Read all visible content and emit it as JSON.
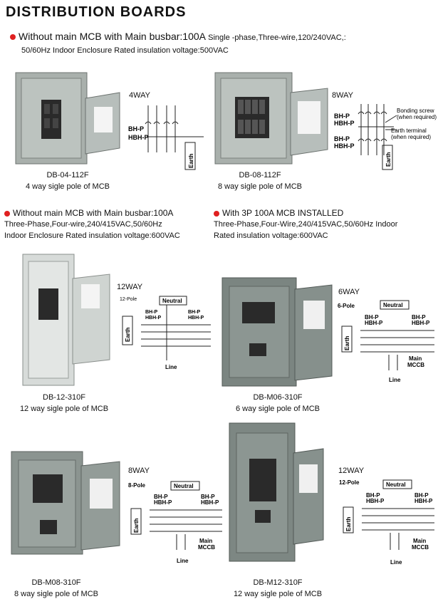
{
  "page": {
    "title": "DISTRIBUTION BOARDS",
    "bullet_color": "#e02020"
  },
  "sections": {
    "s1": {
      "line1a": "Without main MCB with Main busbar:100A",
      "line1b": "Single -phase,Three-wire,120/240VAC,:",
      "line2": "50/60Hz Indoor Enclosure Rated insulation voltage:500VAC"
    },
    "s2": {
      "line1": "Without main MCB with Main busbar:100A",
      "line2": "Three-Phase,Four-wire,240/415VAC,50/60Hz",
      "line3": "Indoor Enclosure Rated insulation voltage:600VAC"
    },
    "s3": {
      "line1": "With 3P 100A MCB INSTALLED",
      "line2": "Three-Phase,Four-Wire,240/415VAC,50/60Hz Indoor",
      "line3": "Rated insulation voltage:600VAC"
    }
  },
  "products": [
    {
      "model": "DB-04-112F",
      "desc": "4 way sigle pole of MCB",
      "way": "4WAY"
    },
    {
      "model": "DB-08-112F",
      "desc": "8 way sigle pole of MCB",
      "way": "8WAY"
    },
    {
      "model": "DB-12-310F",
      "desc": "12 way sigle pole of MCB",
      "way": "12WAY",
      "pole": "12-Pole"
    },
    {
      "model": "DB-M06-310F",
      "desc": "6 way sigle pole of MCB",
      "way": "6WAY",
      "pole": "6-Pole"
    },
    {
      "model": "DB-M08-310F",
      "desc": "8 way sigle pole of MCB",
      "way": "8WAY",
      "pole": "8-Pole"
    },
    {
      "model": "DB-M12-310F",
      "desc": "12 way sigle pole of MCB",
      "way": "12WAY",
      "pole": "12-Pole"
    }
  ],
  "diagram_labels": {
    "bh": "BH-P",
    "hbh": "HBH-P",
    "earth": "Earth",
    "neutral": "Neutral",
    "line": "Line",
    "main": "Main",
    "mccb": "MCCB",
    "bonding1": "Bonding screw",
    "bonding2": "(when required)",
    "earth_term1": "Earth terminal",
    "earth_term2": "(when required)"
  }
}
